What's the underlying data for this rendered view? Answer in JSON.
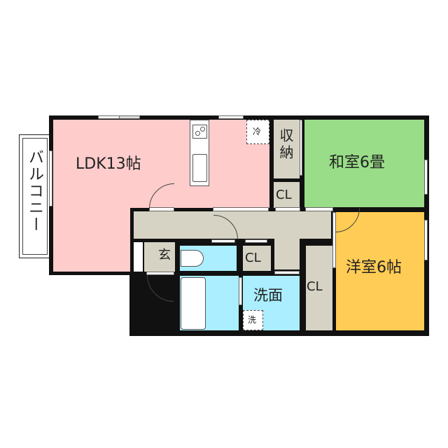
{
  "floor_plan": {
    "colors": {
      "ldk": "#ffcccc",
      "washitsu": "#99dd88",
      "youshitsu": "#ffcc55",
      "hall": "#d6d3c4",
      "water": "#aaeeff",
      "wall": "#111111",
      "balcony": "#ffffff"
    },
    "rooms": {
      "balcony": {
        "label": "バルコニー"
      },
      "ldk": {
        "label": "LDK13帖"
      },
      "storage": {
        "label": "収納"
      },
      "closet_top": {
        "label": "CL"
      },
      "washitsu": {
        "label": "和室6畳"
      },
      "youshitsu": {
        "label": "洋室6帖"
      },
      "entrance": {
        "label": "玄"
      },
      "closet_mid": {
        "label": "CL"
      },
      "closet_right": {
        "label": "CL"
      },
      "washroom": {
        "label": "洗面"
      }
    },
    "fixtures": {
      "fridge": {
        "label": "冷"
      },
      "washer": {
        "label": "洗"
      }
    }
  }
}
